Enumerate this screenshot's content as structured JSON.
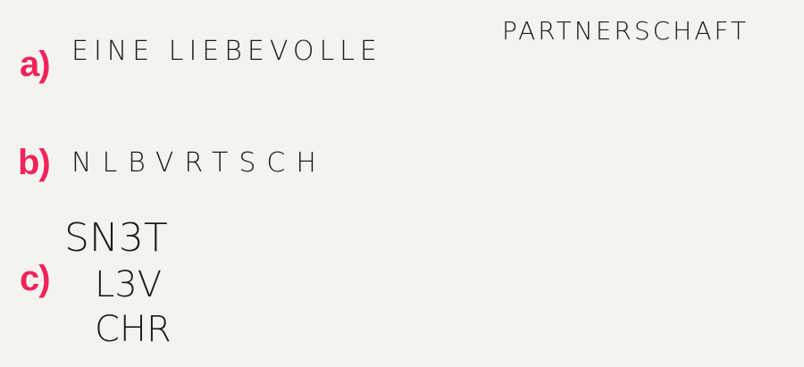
{
  "items": [
    {
      "label": "a)",
      "text_part1": "EINE LIEBEVOLLE",
      "text_part2": "PARTNERSCHAFT"
    },
    {
      "label": "b)",
      "text": "NLBVRTSCH"
    },
    {
      "label": "c)",
      "sigil_rows": [
        "SN3T",
        "L3V",
        "CHR"
      ]
    }
  ],
  "colors": {
    "label": "#f0245a",
    "ink": "#1c1c1c",
    "background": "#f4f3ef"
  }
}
